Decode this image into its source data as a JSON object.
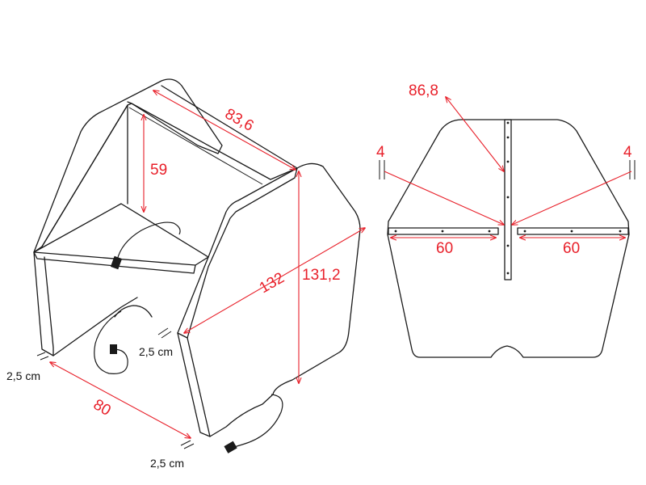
{
  "colors": {
    "dimension": "#e8202a",
    "outline": "#1a1a1a",
    "background": "#ffffff"
  },
  "left_view": {
    "dims": {
      "depth_top": "83,6",
      "inner_height": "59",
      "diagonal": "132",
      "height": "131,2",
      "width": "80",
      "thickness_left": "2,5 cm",
      "thickness_mid": "2,5 cm",
      "thickness_bottom": "2,5 cm"
    }
  },
  "right_view": {
    "dims": {
      "top_slot": "86,8",
      "left_offset": "4",
      "right_offset": "4",
      "left_slot": "60",
      "right_slot": "60"
    }
  }
}
